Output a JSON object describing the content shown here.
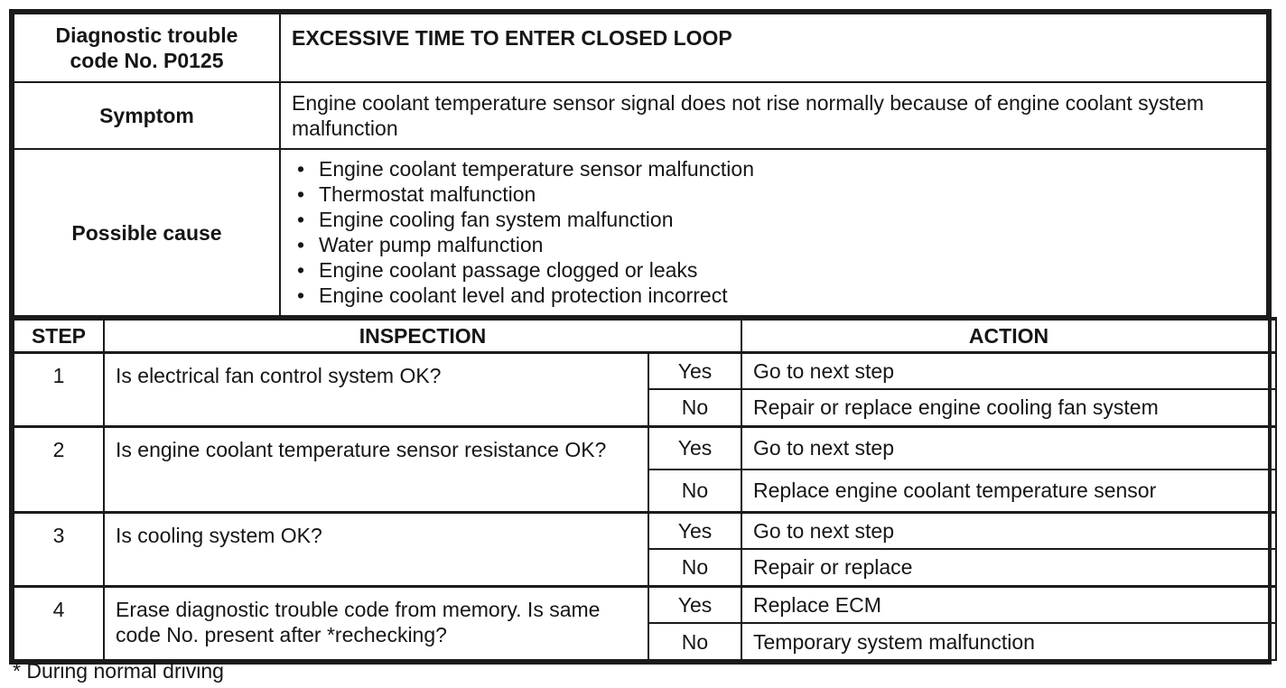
{
  "page": {
    "title_row": {
      "label": "Diagnostic trouble code No. P0125",
      "title": "EXCESSIVE TIME TO ENTER CLOSED LOOP"
    },
    "symptom_row": {
      "label": "Symptom",
      "text": "Engine coolant temperature sensor signal does not rise normally because of engine coolant system malfunction"
    },
    "cause_row": {
      "label": "Possible cause",
      "items": [
        "Engine coolant temperature sensor malfunction",
        "Thermostat malfunction",
        "Engine cooling fan system malfunction",
        "Water pump malfunction",
        "Engine coolant passage clogged or leaks",
        "Engine coolant level and protection incorrect"
      ]
    },
    "steps_table": {
      "headers": {
        "step": "STEP",
        "inspection": "INSPECTION",
        "action": "ACTION"
      },
      "answer_labels": {
        "yes": "Yes",
        "no": "No"
      },
      "steps": [
        {
          "num": "1",
          "inspection": "Is electrical fan control system OK?",
          "yes_action": "Go to next step",
          "no_action": "Repair or replace engine cooling fan system"
        },
        {
          "num": "2",
          "inspection": "Is engine coolant temperature sensor resistance OK?",
          "yes_action": "Go to next step",
          "no_action": "Replace engine coolant temperature sensor"
        },
        {
          "num": "3",
          "inspection": "Is cooling system OK?",
          "yes_action": "Go to next step",
          "no_action": "Repair or replace"
        },
        {
          "num": "4",
          "inspection": "Erase diagnostic trouble code from memory. Is same code No. present after *rechecking?",
          "yes_action": "Replace ECM",
          "no_action": "Temporary system malfunction"
        }
      ]
    },
    "footnote": "* During normal driving",
    "colors": {
      "text": "#161616",
      "border": "#1b1b1b",
      "background": "#ffffff"
    }
  }
}
